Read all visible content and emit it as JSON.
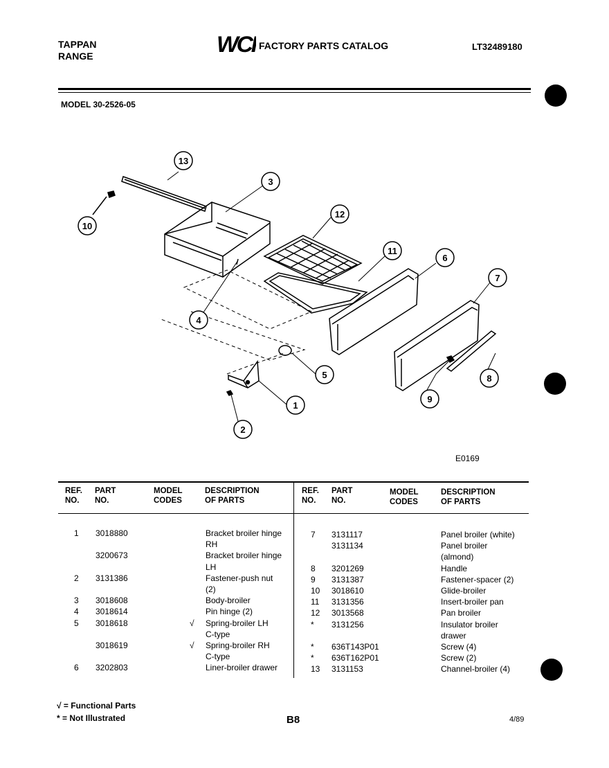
{
  "header": {
    "brand_line1": "TAPPAN",
    "brand_line2": "RANGE",
    "logo_text": "WCI",
    "catalog_title": "FACTORY PARTS CATALOG",
    "catalog_number": "LT32489180",
    "model": "MODEL 30-2526-05"
  },
  "diagram": {
    "code": "E0169",
    "callouts": [
      "1",
      "2",
      "3",
      "4",
      "5",
      "6",
      "7",
      "8",
      "9",
      "10",
      "11",
      "12",
      "13"
    ]
  },
  "table": {
    "headers_left": {
      "ref": [
        "REF.",
        "NO."
      ],
      "part": [
        "PART",
        "NO."
      ],
      "model": [
        "MODEL",
        "CODES"
      ],
      "desc": [
        "DESCRIPTION",
        "OF PARTS"
      ]
    },
    "headers_right": {
      "ref": [
        "REF.",
        "NO."
      ],
      "part": [
        "PART",
        "NO."
      ],
      "model": [
        "MODEL",
        "CODES"
      ],
      "desc": [
        "DESCRIPTION",
        "OF PARTS"
      ]
    },
    "left_rows": [
      {
        "ref": "1",
        "part": "3018880",
        "code": "",
        "desc": "Bracket broiler hinge"
      },
      {
        "ref": "",
        "part": "",
        "code": "",
        "desc": "RH"
      },
      {
        "ref": "",
        "part": "3200673",
        "code": "",
        "desc": "Bracket broiler hinge"
      },
      {
        "ref": "",
        "part": "",
        "code": "",
        "desc": "LH"
      },
      {
        "ref": "2",
        "part": "3131386",
        "code": "",
        "desc": "Fastener-push nut"
      },
      {
        "ref": "",
        "part": "",
        "code": "",
        "desc": "(2)"
      },
      {
        "ref": "3",
        "part": "3018608",
        "code": "",
        "desc": "Body-broiler"
      },
      {
        "ref": "4",
        "part": "3018614",
        "code": "",
        "desc": "Pin hinge (2)"
      },
      {
        "ref": "5",
        "part": "3018618",
        "code": "√",
        "desc": "Spring-broiler LH"
      },
      {
        "ref": "",
        "part": "",
        "code": "",
        "desc": "C-type"
      },
      {
        "ref": "",
        "part": "3018619",
        "code": "√",
        "desc": "Spring-broiler RH"
      },
      {
        "ref": "",
        "part": "",
        "code": "",
        "desc": "C-type"
      },
      {
        "ref": "6",
        "part": "3202803",
        "code": "",
        "desc": "Liner-broiler drawer"
      }
    ],
    "right_rows": [
      {
        "ref": "7",
        "part": "3131117",
        "code": "",
        "desc": "Panel broiler (white)"
      },
      {
        "ref": "",
        "part": "3131134",
        "code": "",
        "desc": "Panel broiler"
      },
      {
        "ref": "",
        "part": "",
        "code": "",
        "desc": "(almond)"
      },
      {
        "ref": "8",
        "part": "3201269",
        "code": "",
        "desc": "Handle"
      },
      {
        "ref": "9",
        "part": "3131387",
        "code": "",
        "desc": "Fastener-spacer (2)"
      },
      {
        "ref": "10",
        "part": "3018610",
        "code": "",
        "desc": "Glide-broiler"
      },
      {
        "ref": "11",
        "part": "3131356",
        "code": "",
        "desc": "Insert-broiler pan"
      },
      {
        "ref": "12",
        "part": "3013568",
        "code": "",
        "desc": "Pan broiler"
      },
      {
        "ref": "*",
        "part": "3131256",
        "code": "",
        "desc": "Insulator broiler"
      },
      {
        "ref": "",
        "part": "",
        "code": "",
        "desc": "drawer"
      },
      {
        "ref": "*",
        "part": "636T143P01",
        "code": "",
        "desc": "Screw (4)"
      },
      {
        "ref": "*",
        "part": "636T162P01",
        "code": "",
        "desc": "Screw (2)"
      },
      {
        "ref": "13",
        "part": "3131153",
        "code": "",
        "desc": "Channel-broiler (4)"
      }
    ]
  },
  "footer": {
    "functional": "√ = Functional Parts",
    "not_illustrated": "* = Not Illustrated",
    "page": "B8",
    "date": "4/89"
  }
}
